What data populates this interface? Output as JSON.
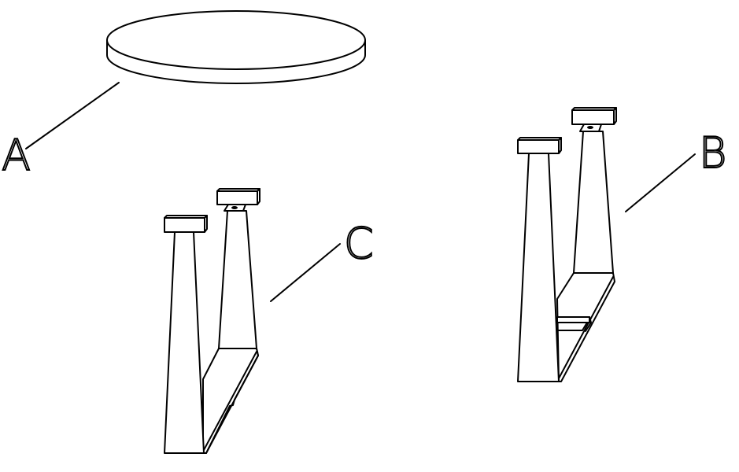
{
  "diagram": {
    "type": "assembly-parts-diagram",
    "style": "black line art on white",
    "colors": {
      "line": "#000000",
      "background": "#ffffff"
    },
    "parts": [
      {
        "label": "A",
        "description": "round table top (disc)"
      },
      {
        "label": "B",
        "description": "U-shaped leg frame with center crossbar slot"
      },
      {
        "label": "C",
        "description": "U-shaped leg frame"
      }
    ]
  },
  "labels": {
    "a": "A",
    "b": "B",
    "c": "C"
  }
}
